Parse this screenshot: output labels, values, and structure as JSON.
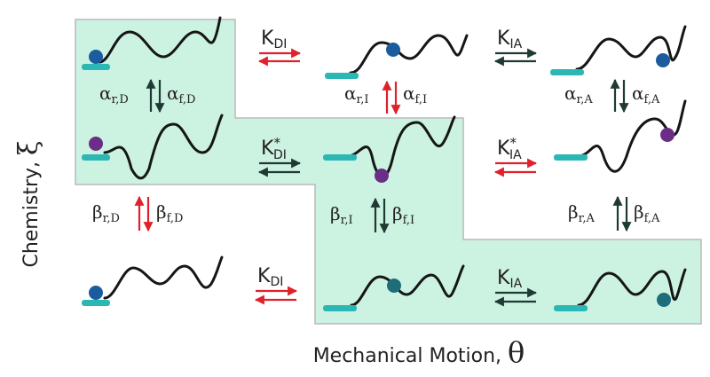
{
  "axes": {
    "y_label": "Chemistry, ",
    "y_symbol": "ξ",
    "x_label": "Mechanical Motion, ",
    "x_symbol": "θ"
  },
  "rate_constants": {
    "k_di_top": {
      "base": "K",
      "sub": "DI",
      "sup": ""
    },
    "k_ia_top": {
      "base": "K",
      "sub": "IA",
      "sup": ""
    },
    "k_di_mid": {
      "base": "K",
      "sub": "DI",
      "sup": "*"
    },
    "k_ia_mid": {
      "base": "K",
      "sub": "IA",
      "sup": "*"
    },
    "k_di_bot": {
      "base": "K",
      "sub": "DI",
      "sup": ""
    },
    "k_ia_bot": {
      "base": "K",
      "sub": "IA",
      "sup": ""
    }
  },
  "transitions": {
    "alpha_r_d": {
      "base": "α",
      "sub": "r,D"
    },
    "alpha_f_d": {
      "base": "α",
      "sub": "f,D"
    },
    "alpha_r_i": {
      "base": "α",
      "sub": "r,I"
    },
    "alpha_f_i": {
      "base": "α",
      "sub": "f,I"
    },
    "alpha_r_a": {
      "base": "α",
      "sub": "r,A"
    },
    "alpha_f_a": {
      "base": "α",
      "sub": "f,A"
    },
    "beta_r_d": {
      "base": "β",
      "sub": "r,D"
    },
    "beta_f_d": {
      "base": "β",
      "sub": "f,D"
    },
    "beta_r_i": {
      "base": "β",
      "sub": "r,I"
    },
    "beta_f_i": {
      "base": "β",
      "sub": "f,I"
    },
    "beta_r_a": {
      "base": "β",
      "sub": "r,A"
    },
    "beta_f_a": {
      "base": "β",
      "sub": "f,A"
    }
  },
  "colors": {
    "highlight_fill": "#ccf2e2",
    "highlight_stroke": "#b9b9b9",
    "arrow_red": "#e0202a",
    "arrow_dark": "#1f3a34",
    "curve": "#161616",
    "ball_blue": "#1b5c9e",
    "ball_purple": "#6a2e86",
    "ball_teal": "#1f6d79",
    "cyan_tip": "#2bb7b4"
  }
}
